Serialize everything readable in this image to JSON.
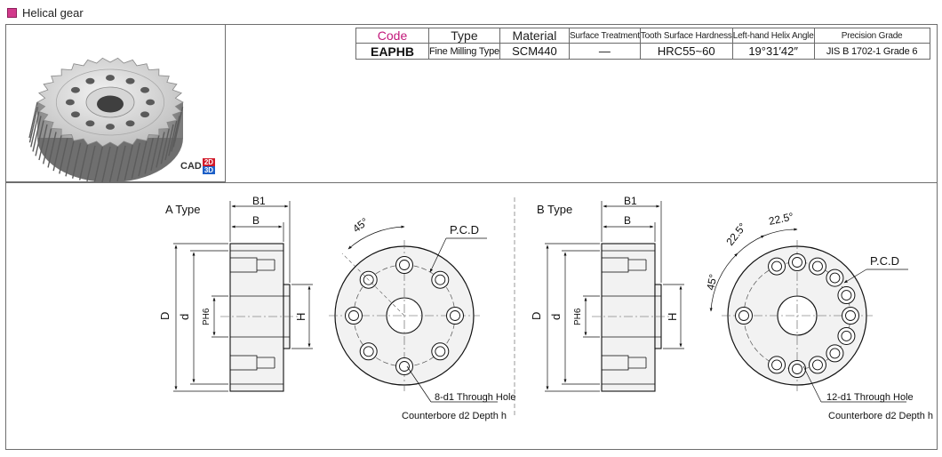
{
  "heading": {
    "title": "Helical gear"
  },
  "cad": {
    "label": "CAD",
    "two_d": "2D",
    "three_d": "3D"
  },
  "spec_table": {
    "headers": [
      "Code",
      "Type",
      "Material",
      "Surface Treatment",
      "Tooth Surface Hardness",
      "Left-hand Helix Angle",
      "Precision Grade"
    ],
    "row": [
      "EAPHB",
      "Fine Milling Type",
      "SCM440",
      "—",
      "HRC55~60",
      "19°31′42″",
      "JIS B 1702-1 Grade 6"
    ]
  },
  "type_a": {
    "title": "A Type",
    "dim_b1": "B1",
    "dim_b": "B",
    "dim_d_outer": "D",
    "dim_d_inner": "d",
    "dim_p": "PH6",
    "dim_h": "H",
    "angle": "45°",
    "pcd": "P.C.D",
    "hole_note": "8-d1 Through Hole",
    "counterbore_note": "Counterbore d2 Depth h"
  },
  "type_b": {
    "title": "B Type",
    "dim_b1": "B1",
    "dim_b": "B",
    "dim_d_outer": "D",
    "dim_d_inner": "d",
    "dim_p": "PH6",
    "dim_h": "H",
    "angle_1": "22.5°",
    "angle_2": "22.5°",
    "angle_3": "45°",
    "pcd": "P.C.D",
    "hole_note": "12-d1 Through Hole",
    "counterbore_note": "Counterbore d2 Depth h"
  }
}
